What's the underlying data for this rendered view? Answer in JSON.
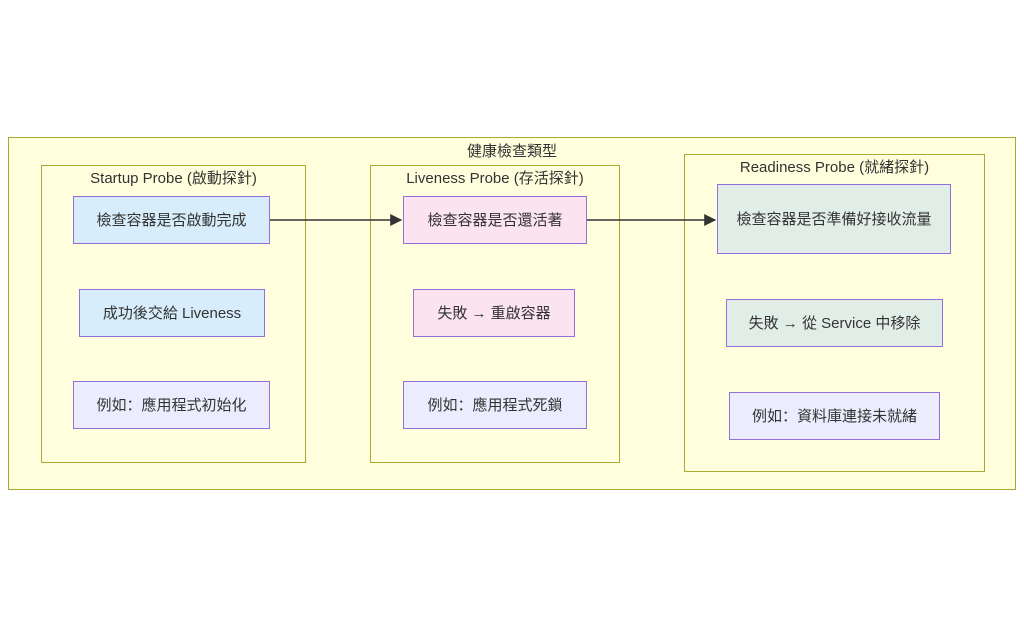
{
  "diagram": {
    "title": "健康檢查類型",
    "groups": [
      {
        "title": "Startup Probe (啟動探針)",
        "nodes": [
          {
            "label": "檢查容器是否啟動完成"
          },
          {
            "label": "成功後交給 Liveness"
          },
          {
            "label": "例如：應用程式初始化"
          }
        ]
      },
      {
        "title": "Liveness Probe (存活探針)",
        "nodes": [
          {
            "label": "檢查容器是否還活著"
          },
          {
            "label": "失敗 → 重啟容器"
          },
          {
            "label": "例如：應用程式死鎖"
          }
        ]
      },
      {
        "title": "Readiness Probe (就緒探針)",
        "nodes": [
          {
            "label": "檢查容器是否準備好接收流量"
          },
          {
            "label": "失敗 → 從 Service 中移除"
          },
          {
            "label": "例如：資料庫連接未就緒"
          }
        ]
      }
    ],
    "edges": [
      {
        "from": "檢查容器是否啟動完成",
        "to": "檢查容器是否還活著"
      },
      {
        "from": "檢查容器是否還活著",
        "to": "檢查容器是否準備好接收流量"
      }
    ]
  },
  "colors": {
    "canvas_bg": "#ffffff",
    "container_fill": "#ffffde",
    "container_border": "#aaaa33",
    "node_border": "#9370db",
    "fill_blue": "#d7edfb",
    "fill_pink": "#fbe3ef",
    "fill_mint": "#e1eee7",
    "fill_lavender": "#ececff",
    "arrow_color": "#333333",
    "text_color": "#333333"
  }
}
